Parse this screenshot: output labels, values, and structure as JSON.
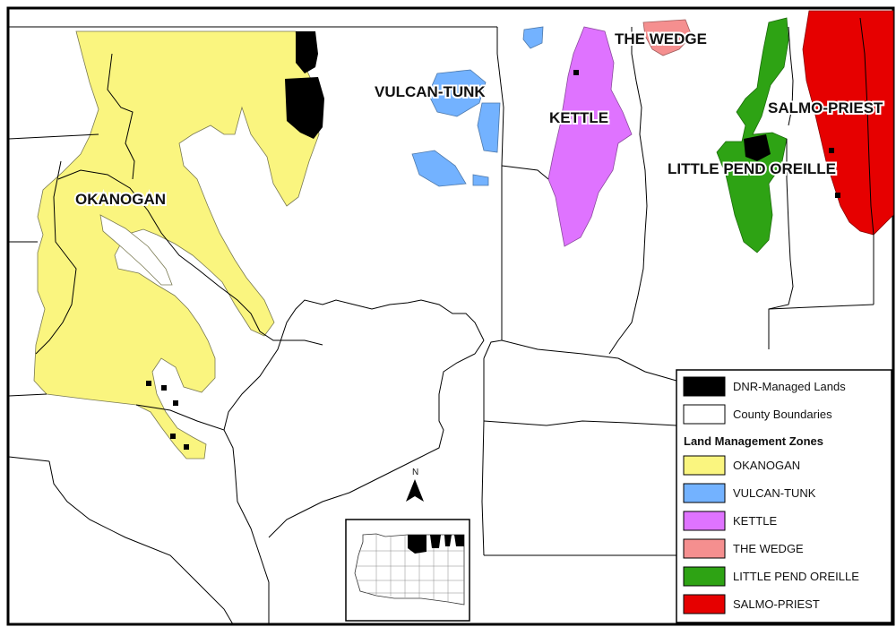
{
  "zones": [
    {
      "id": "okanogan",
      "label": "OKANOGAN",
      "color": "#FAF57F"
    },
    {
      "id": "vulcan-tunk",
      "label": "VULCAN-TUNK",
      "color": "#73B2FF"
    },
    {
      "id": "kettle",
      "label": "KETTLE",
      "color": "#DF73FF"
    },
    {
      "id": "the-wedge",
      "label": "THE WEDGE",
      "color": "#F58F8F"
    },
    {
      "id": "little-pend-oreille",
      "label": "LITTLE PEND OREILLE",
      "color": "#2EA314"
    },
    {
      "id": "salmo-priest",
      "label": "SALMO-PRIEST",
      "color": "#E60000"
    }
  ],
  "legend": {
    "dnr": {
      "label": "DNR-Managed Lands",
      "color": "#000000"
    },
    "county": {
      "label": "County Boundaries",
      "color": "#ffffff"
    },
    "heading": "Land Management Zones",
    "items": [
      {
        "label": "OKANOGAN",
        "color": "#FAF57F"
      },
      {
        "label": "VULCAN-TUNK",
        "color": "#73B2FF"
      },
      {
        "label": "KETTLE",
        "color": "#DF73FF"
      },
      {
        "label": "THE WEDGE",
        "color": "#F58F8F"
      },
      {
        "label": "LITTLE PEND OREILLE",
        "color": "#2EA314"
      },
      {
        "label": "SALMO-PRIEST",
        "color": "#E60000"
      }
    ]
  },
  "north_arrow": {
    "label": "N"
  }
}
